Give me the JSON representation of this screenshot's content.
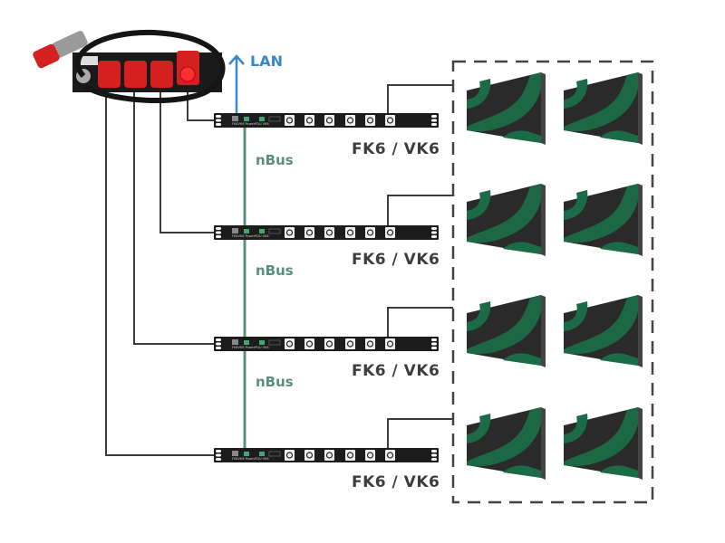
{
  "diagram": {
    "lan_label": "LAN",
    "bus_label": "nBus",
    "rack_units": [
      {
        "model_label": "FK6 / VK6",
        "panel_text": "FK6VK6 PowerPDU VK6"
      },
      {
        "model_label": "FK6 / VK6",
        "panel_text": "FK6VK6 PowerPDU VK6"
      },
      {
        "model_label": "FK6 / VK6",
        "panel_text": "FK6VK6 PowerPDU VK6"
      },
      {
        "model_label": "FK6 / VK6",
        "panel_text": "FK6VK6 PowerPDU VK6"
      }
    ],
    "bus_segments": [
      "nBus",
      "nBus",
      "nBus"
    ],
    "led_panels_per_row": 2,
    "rows": 4,
    "power_distributor": {
      "outlets": 4,
      "connector": "red CEE plug"
    },
    "colors": {
      "lan": "#3a87c8",
      "nbus": "#5a8f7b",
      "cable": "#3d3d3d",
      "panel_green": "#1b6b47",
      "panel_dark": "#2a2a2a",
      "outlet_red": "#d42020"
    }
  }
}
